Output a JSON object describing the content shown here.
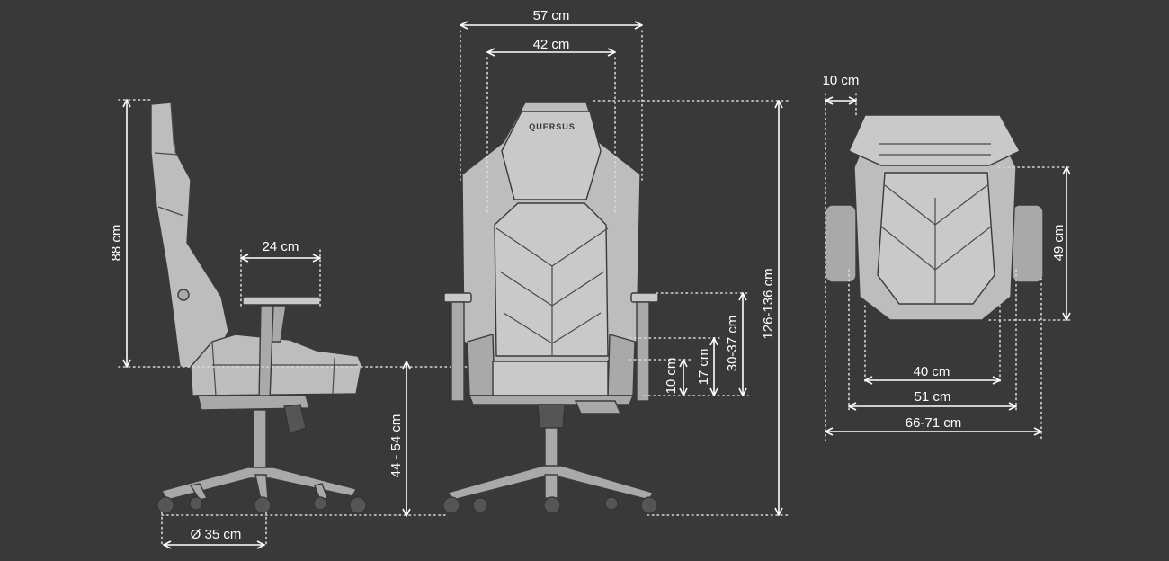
{
  "brand_logo": "QUERSUS",
  "dimensions": {
    "side_seat_back_height": "88 cm",
    "side_armrest_length": "24 cm",
    "side_seat_height": "44 - 54 cm",
    "side_base_diameter": "Ø 35 cm",
    "front_outer_width": "57 cm",
    "front_inner_width": "42 cm",
    "front_total_height": "126-136 cm",
    "front_armrest_height": "30-37 cm",
    "front_side_bolster": "17 cm",
    "front_seat_bolster": "10 cm",
    "top_headrest_depth": "10 cm",
    "top_seat_depth": "49 cm",
    "top_seat_inner_width": "40 cm",
    "top_seat_width": "51 cm",
    "top_overall_width": "66-71 cm"
  },
  "colors": {
    "background": "#3a3939",
    "lines": "#ffffff",
    "chair": "#bdbdbd"
  }
}
